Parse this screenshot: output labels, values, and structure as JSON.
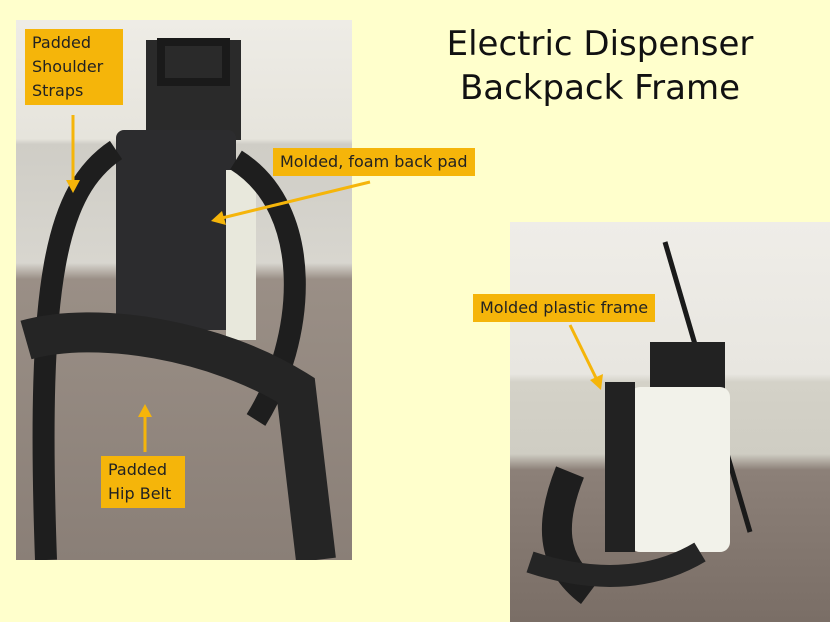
{
  "title": {
    "line1": "Electric Dispenser",
    "line2": "Backpack Frame"
  },
  "labels": {
    "shoulder_straps": [
      "Padded",
      "Shoulder",
      "Straps"
    ],
    "back_pad": "Molded, foam back pad",
    "hip_belt": [
      "Padded",
      "Hip Belt"
    ],
    "plastic_frame": "Molded plastic frame"
  },
  "colors": {
    "background": "#FFFFCC",
    "label": "#F5B50A",
    "arrow": "#F5B50A"
  }
}
